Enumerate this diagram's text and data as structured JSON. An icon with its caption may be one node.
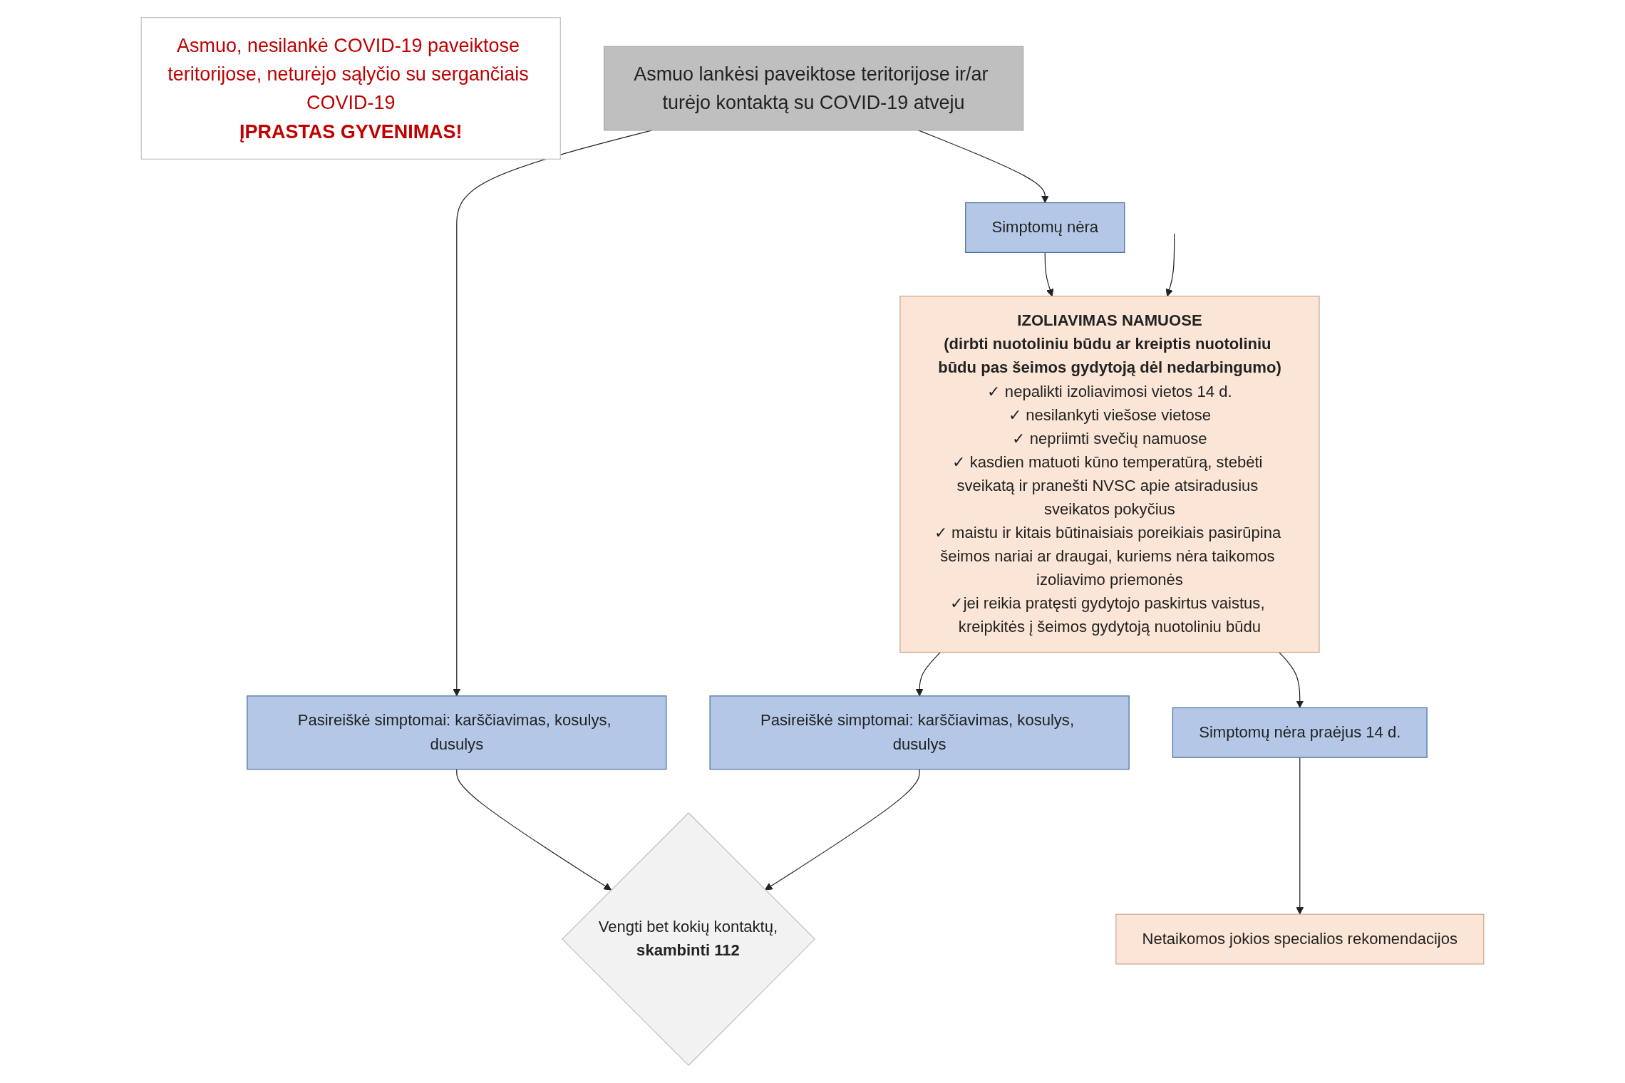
{
  "diagram": {
    "nodes": [
      {
        "text": [
          "Asmuo, nesilankė COVID-19 paveiktose teritorijose, neturėjo sąlyčio su sergančiais COVID-19",
          "ĮPRASTAS GYVENIMAS!"
        ]
      },
      {
        "text": [
          "Netaikomos jokios specialios rekomendacijos"
        ]
      },
      {
        "text": [
          "Asmuo lankėsi paveiktose teritorijose ir/ar turėjo kontaktą su COVID-19 atveju"
        ]
      },
      {
        "text": [
          "Simptomų nėra praėjus 14 d."
        ]
      },
      {
        "text": [
          "IZOLIAVIMAS NAMUOSE",
          "(dirbti nuotoliniu būdu ar kreiptis nuotoliniu būdu pas šeimos gydytoją dėl nedarbingumo)",
          "✓ nepalikti izoliavimosi vietos 14 d.",
          "✓ nesilankyti viešose vietose",
          "✓ nepriimti svečių namuose",
          "✓ kasdien matuoti kūno temperatūrą, stebėti sveikatą ir pranešti NVSC apie atsiradusius sveikatos pokyčius",
          "✓ maistu ir kitais būtinaisiais poreikiais pasirūpina šeimos nariai ar draugai, kuriems nėra taikomos izoliavimo priemonės",
          "✓jei reikia pratęsti gydytojo paskirtus vaistus, kreipkitės į šeimos gydytoją nuotoliniu būdu"
        ]
      },
      {
        "text": [
          "Pasireiškė simptomai: karščiavimas, kosulys, dusulys"
        ]
      },
      {
        "text": [
          "Simptomų nėra"
        ]
      },
      {
        "text": [
          "Vengti bet kokių kontaktų,",
          "skambinti 112"
        ]
      },
      {
        "text": [
          "Pasireiškė simptomai: karščiavimas, kosulys, dusulys"
        ]
      }
    ],
    "edges": [
      {
        "from": 2,
        "to": 5,
        "arrow": "to"
      },
      {
        "from": 2,
        "to": 6,
        "arrow": "to"
      },
      {
        "from": 6,
        "to": 4,
        "arrow": "to"
      },
      {
        "from": 4,
        "to": 3,
        "arrow": "to"
      },
      {
        "from": 3,
        "to": 1,
        "arrow": "to"
      },
      {
        "from": 5,
        "to": 7,
        "arrow": "to"
      },
      {
        "from": 4,
        "to": 8,
        "arrow": "to"
      },
      {
        "from": 8,
        "to": 7,
        "arrow": "to"
      },
      {
        "from": null,
        "to": 4,
        "arrow": "to"
      }
    ]
  }
}
